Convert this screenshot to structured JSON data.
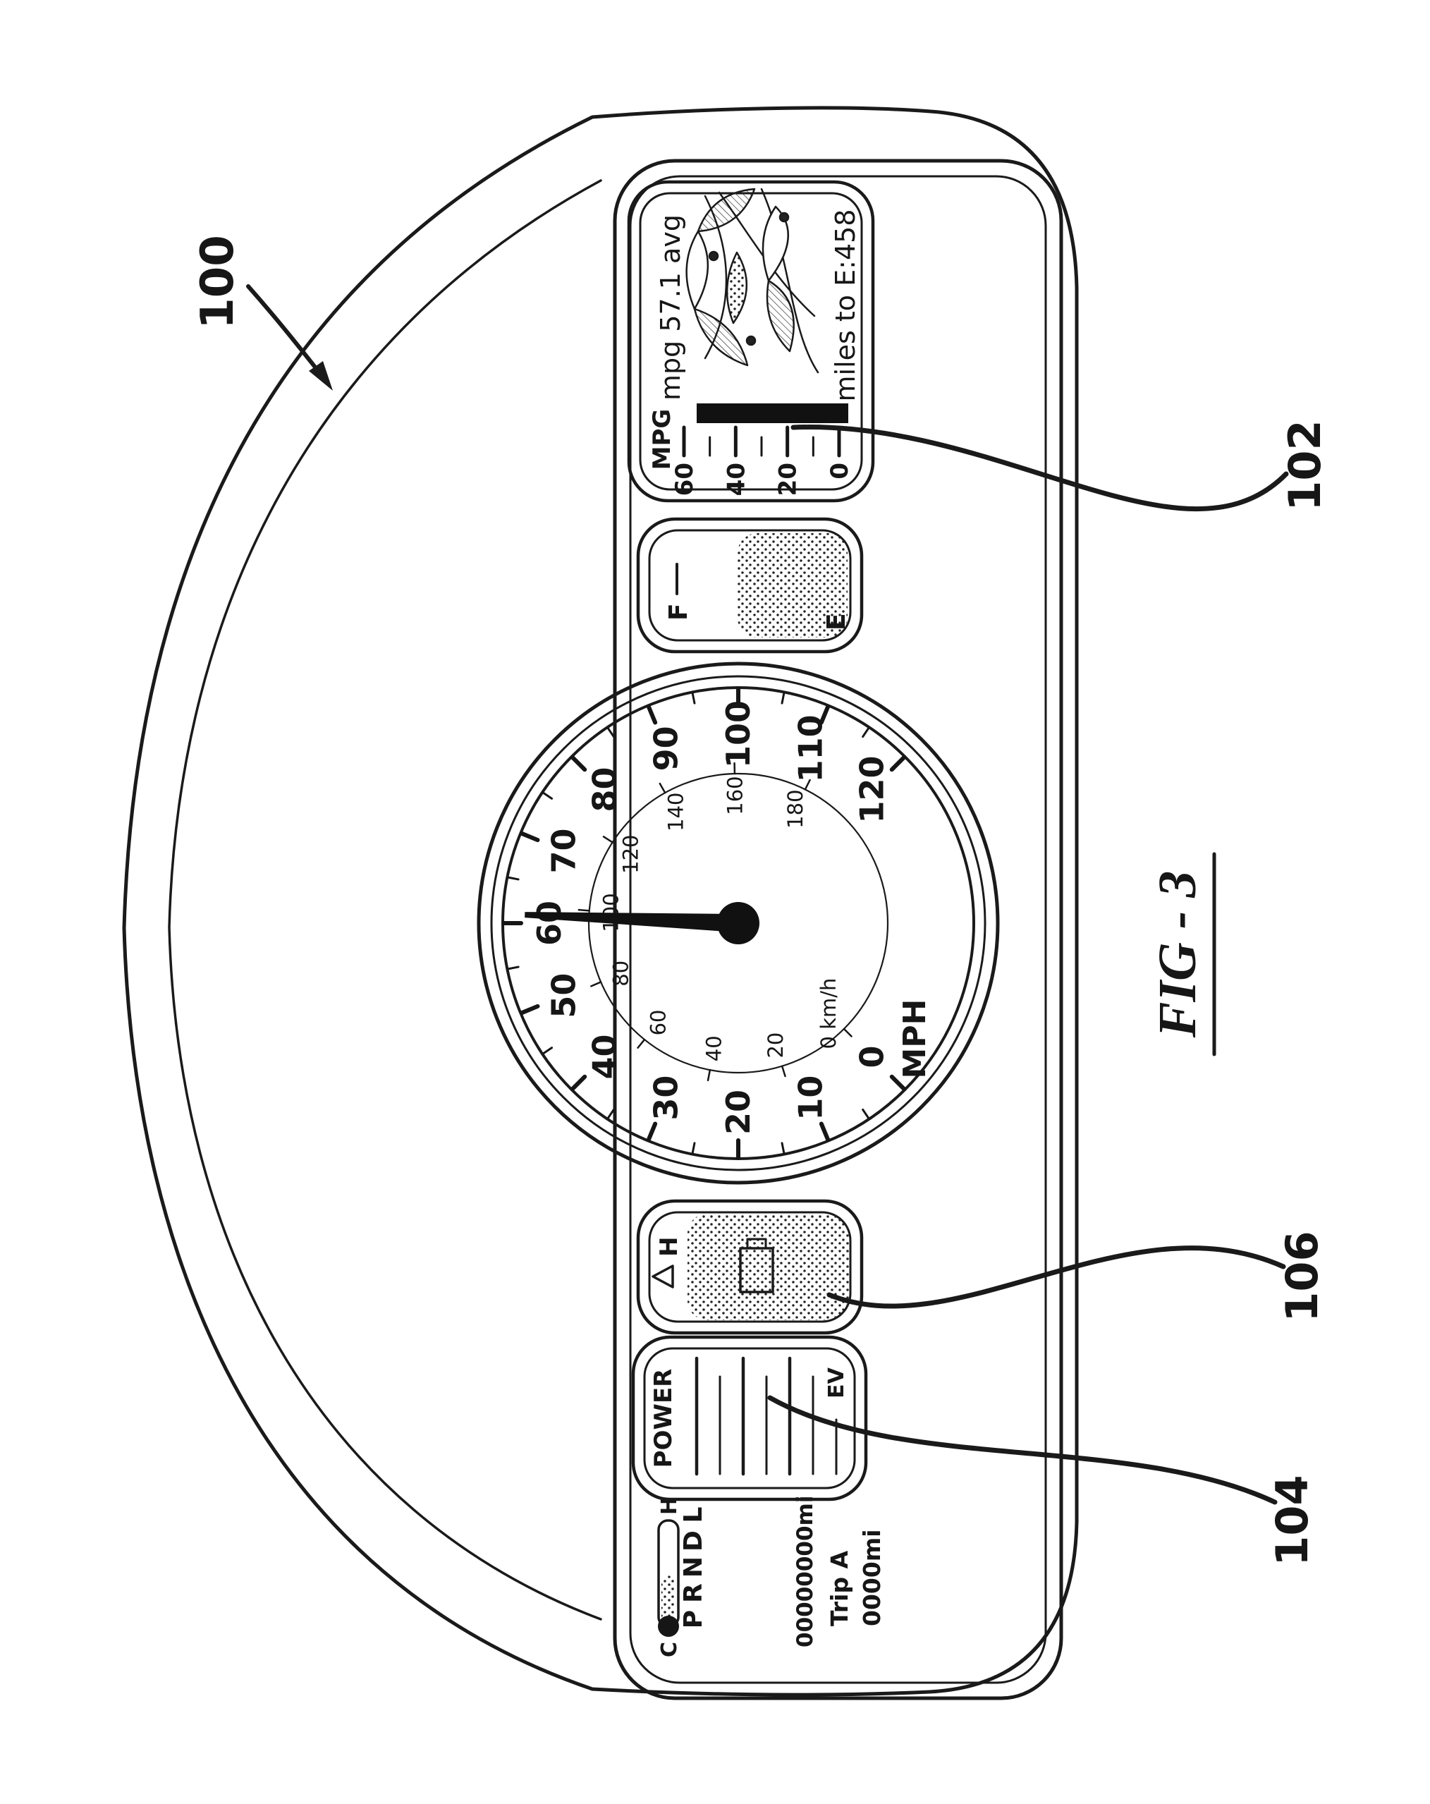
{
  "labels": {
    "ref_100": "100",
    "ref_102": "102",
    "ref_104": "104",
    "ref_106": "106",
    "figure_caption": "FIG - 3"
  },
  "mpg_display": {
    "gauge_label": "MPG",
    "scale": [
      "60",
      "40",
      "20",
      "0"
    ],
    "average_text": "mpg 57.1 avg",
    "range_text": "miles to E:458"
  },
  "fuel_gauge": {
    "full_label": "F",
    "empty_label": "E"
  },
  "speedometer": {
    "unit_label": "MPH",
    "mph_scale": [
      "0",
      "10",
      "20",
      "30",
      "40",
      "50",
      "60",
      "70",
      "80",
      "90",
      "100",
      "110",
      "120"
    ],
    "kmh_scale": [
      "0 km/h",
      "20",
      "40",
      "60",
      "80",
      "100",
      "120",
      "140",
      "160",
      "180"
    ],
    "needle_mph": 61
  },
  "charge_gauge": {
    "high_label": "H"
  },
  "power_display": {
    "gauge_label": "POWER",
    "ev_label": "EV"
  },
  "transmission": {
    "positions": [
      "P",
      "R",
      "N",
      "D",
      "L"
    ]
  },
  "temperature_gauge": {
    "hot_label": "H",
    "cold_label": "C"
  },
  "odometer": {
    "total": "00000000mi",
    "trip_label": "Trip A",
    "trip_value": "0000mi"
  }
}
